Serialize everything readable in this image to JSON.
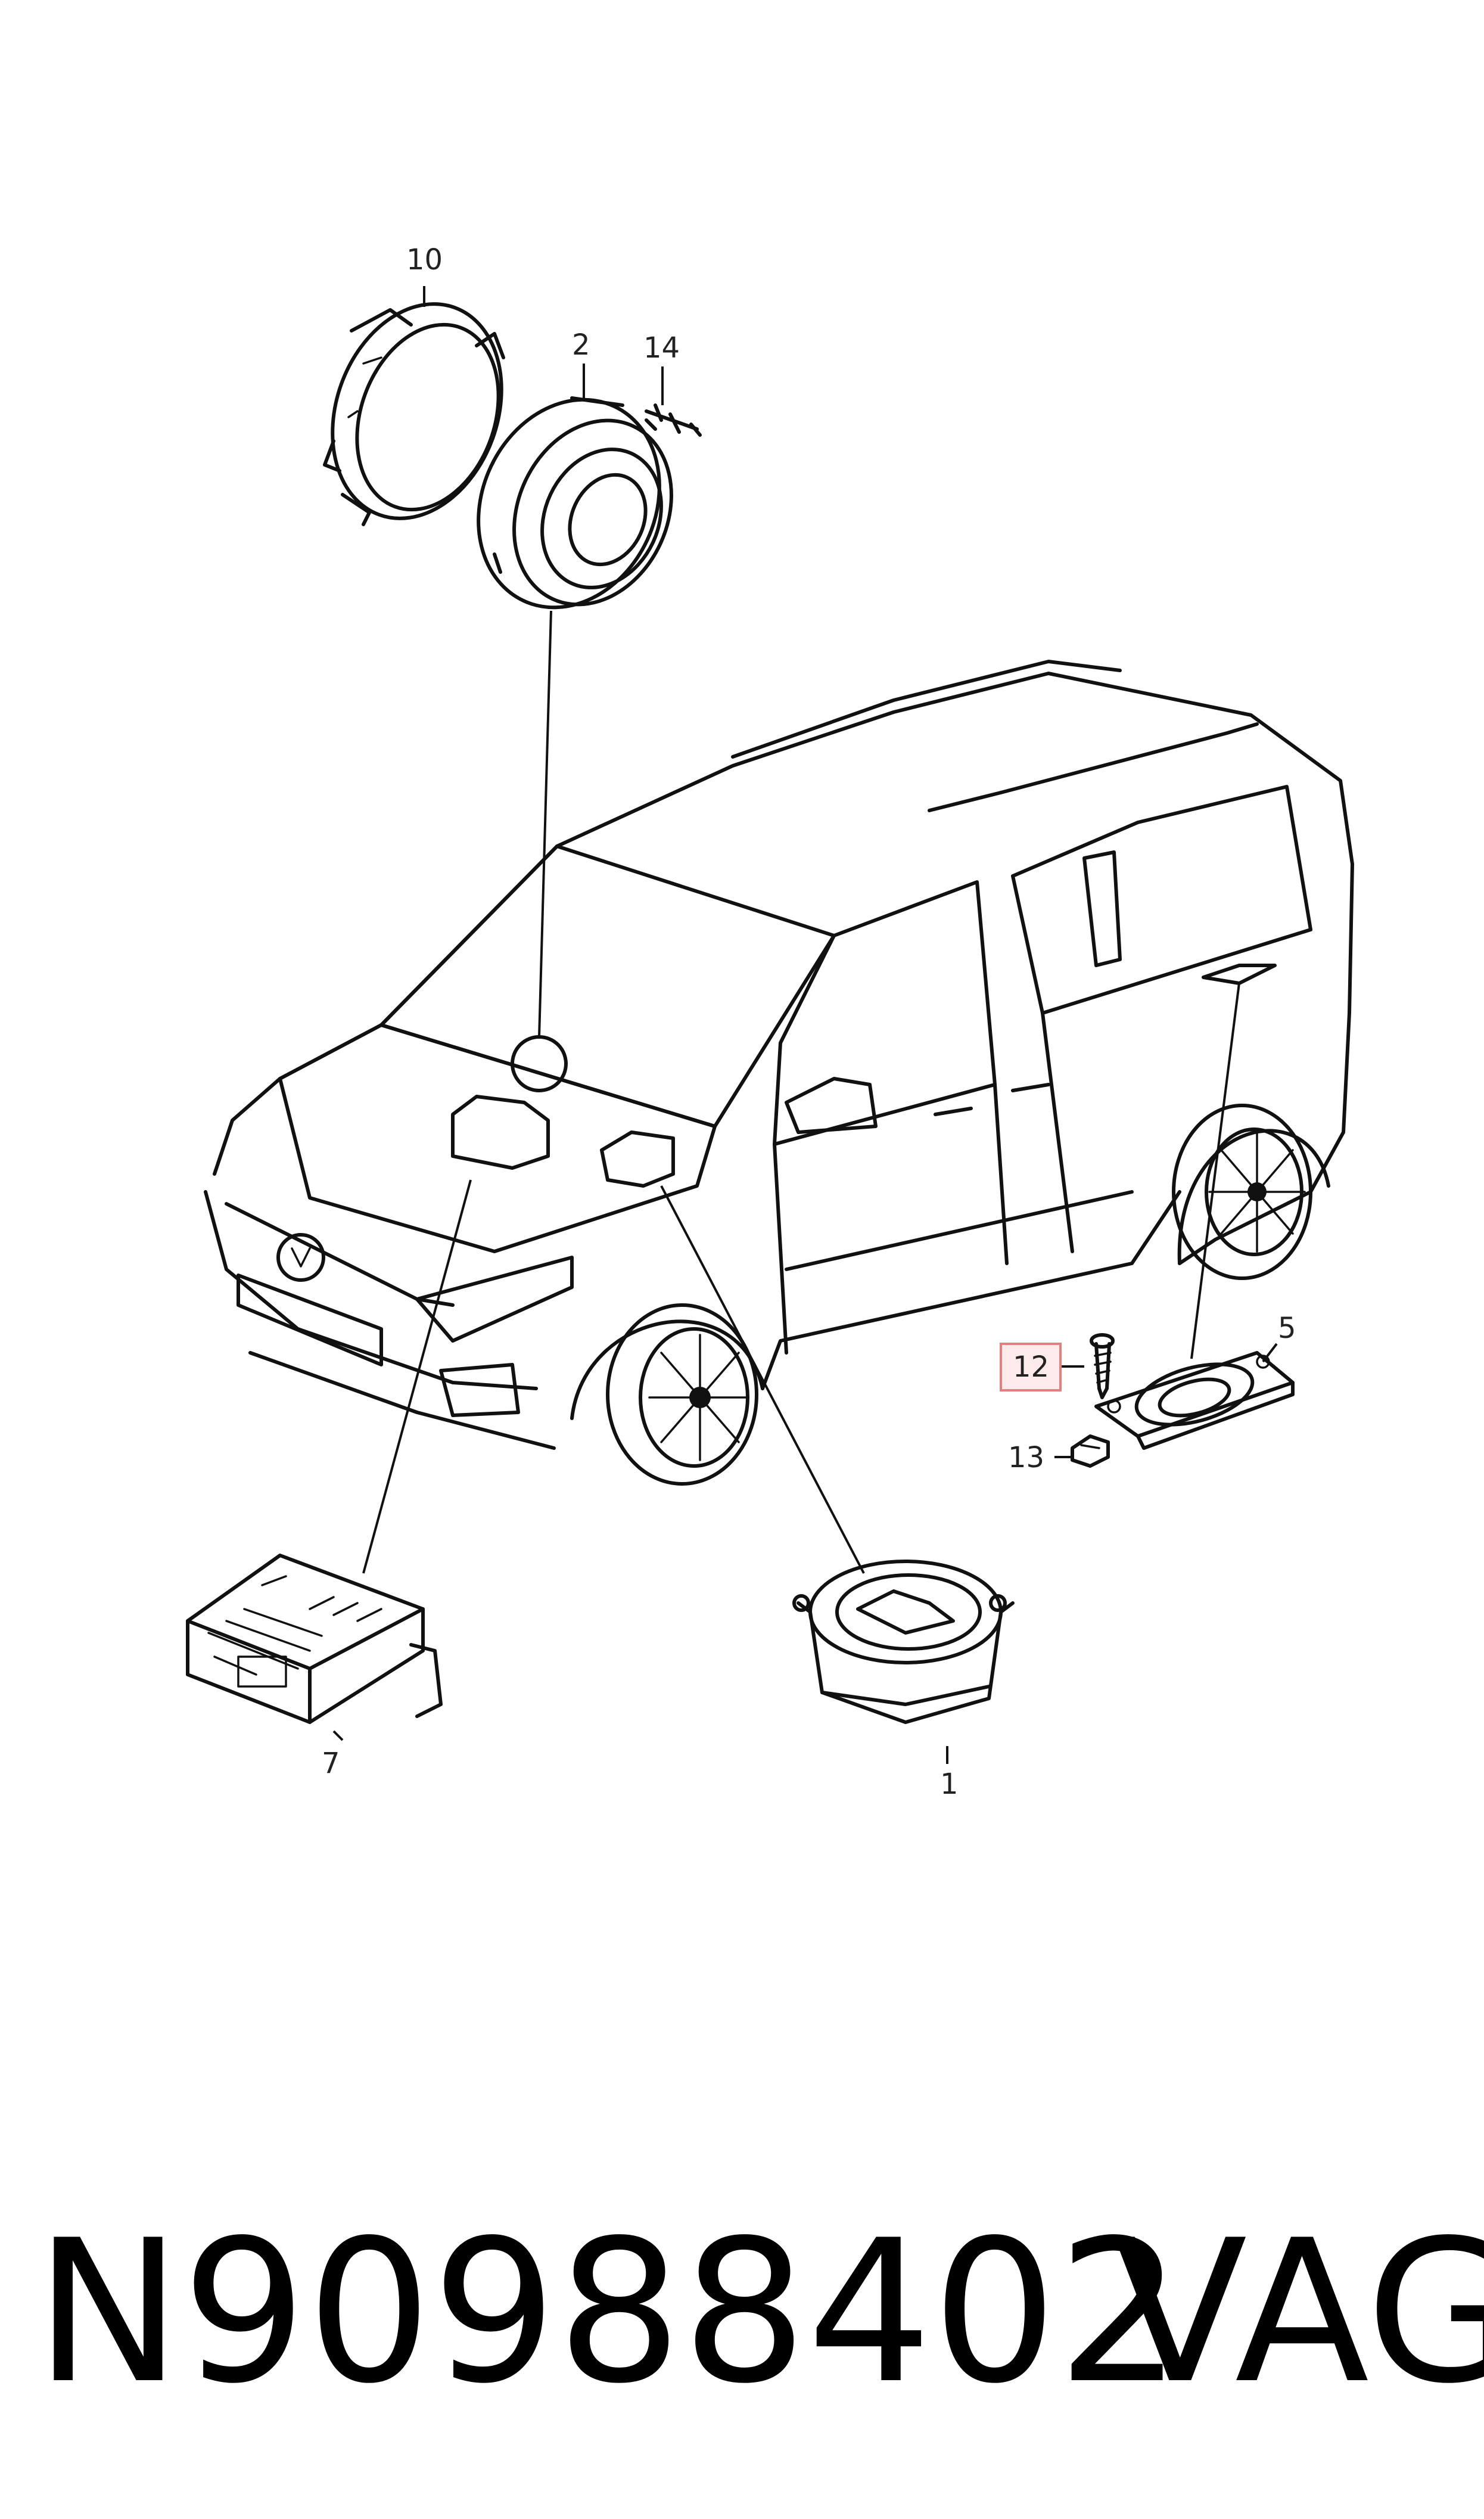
{
  "diagram": {
    "callouts": {
      "c1": "1",
      "c2": "2",
      "c5": "5",
      "c7": "7",
      "c10": "10",
      "c12": "12",
      "c13": "13",
      "c14": "14"
    },
    "highlighted_callout": "12",
    "highlight_color": "#fdeaea"
  },
  "footer": {
    "part_number": "N90988402",
    "brand": "VAG"
  }
}
